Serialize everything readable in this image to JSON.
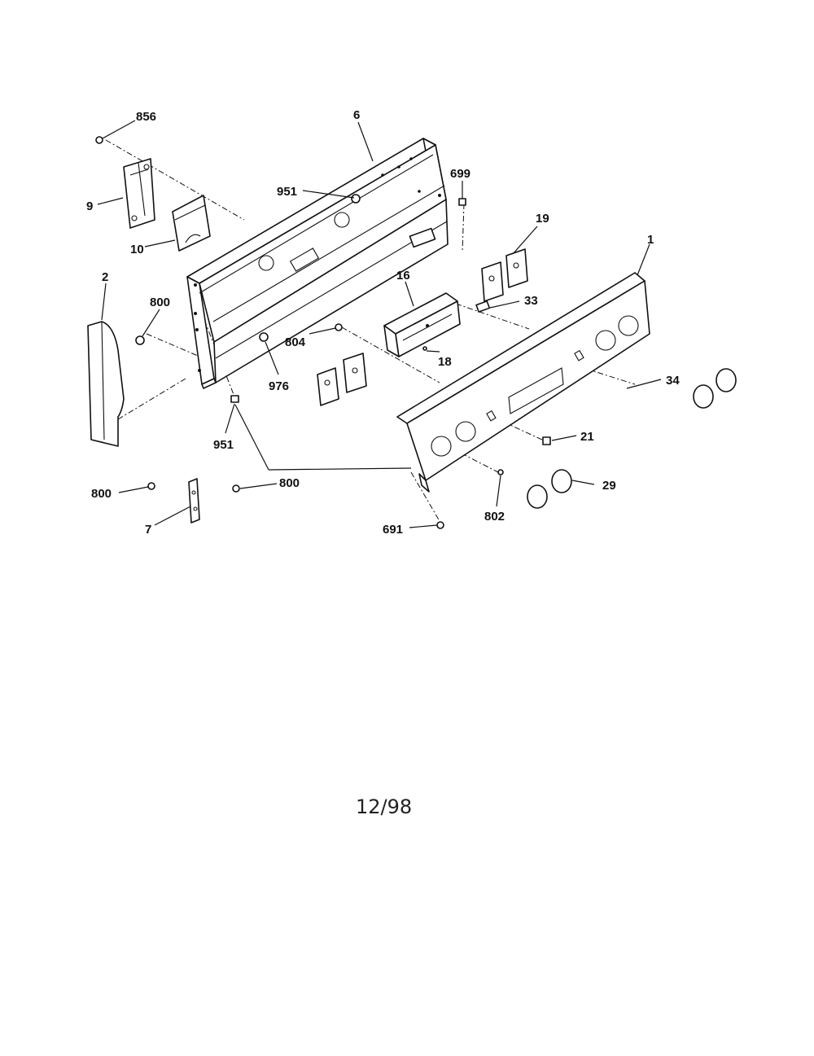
{
  "diagram": {
    "callouts": {
      "c856": "856",
      "c6": "6",
      "c699": "699",
      "c951a": "951",
      "c9": "9",
      "c10": "10",
      "c19": "19",
      "c1": "1",
      "c2": "2",
      "c800a": "800",
      "c16": "16",
      "c33": "33",
      "c804": "804",
      "c18": "18",
      "c976": "976",
      "c34": "34",
      "c951b": "951",
      "c21": "21",
      "c800b": "800",
      "c800c": "800",
      "c29": "29",
      "c7": "7",
      "c802": "802",
      "c691": "691"
    },
    "footer_date": "12/98"
  }
}
